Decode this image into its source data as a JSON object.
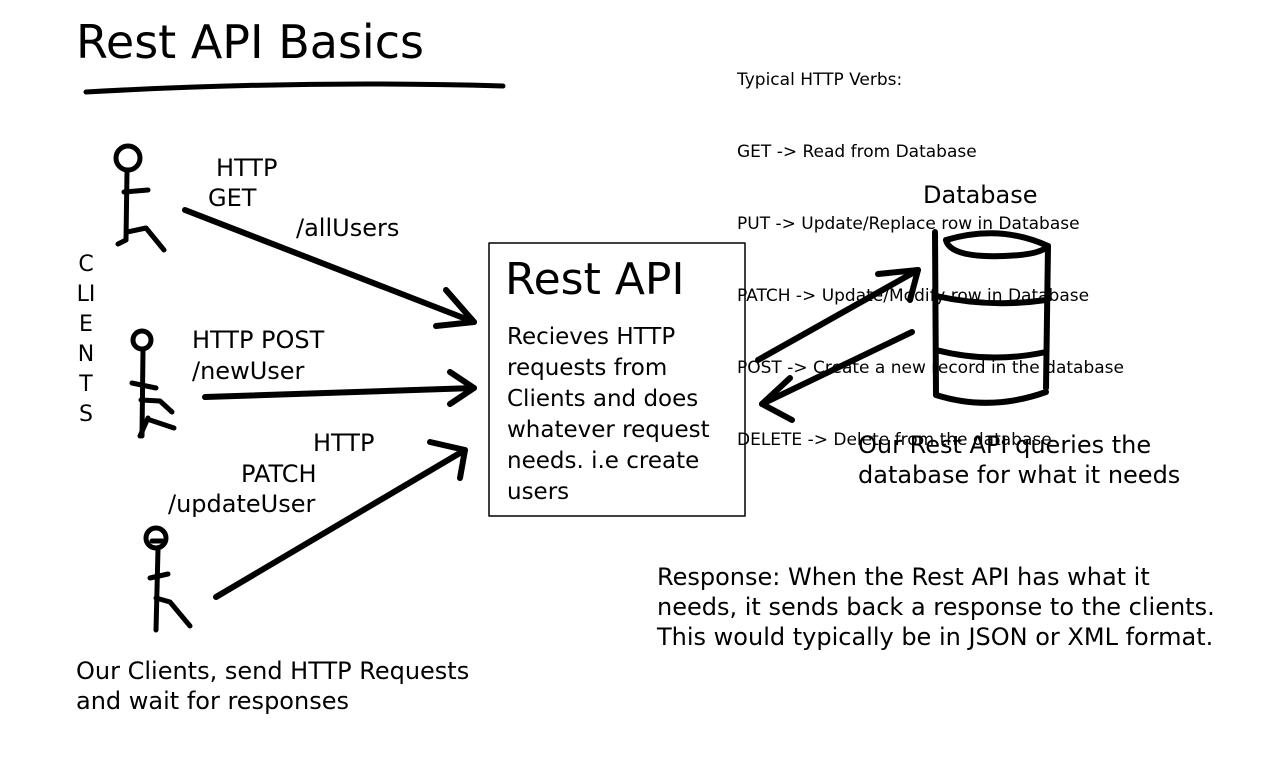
{
  "title": "Rest API Basics",
  "verbs": {
    "heading": "Typical HTTP Verbs:",
    "items": [
      "GET -> Read from Database",
      "PUT -> Update/Replace row in Database",
      "PATCH -> Update/Modify row in Database",
      "POST -> Create a new record in the database",
      "DELETE -> Delete from the database"
    ]
  },
  "clients_label": "CLIENTS",
  "requests": [
    {
      "verb_line1": "HTTP",
      "verb_line2": "GET",
      "path": "/allUsers"
    },
    {
      "verb": "HTTP POST",
      "path": "/newUser"
    },
    {
      "verb_line1": "HTTP",
      "verb_line2": "PATCH",
      "path": "/updateUser"
    }
  ],
  "api": {
    "title": "Rest API",
    "description": "Recieves HTTP requests from Clients and does whatever request needs. i.e create users"
  },
  "database": {
    "label": "Database",
    "note_line1": "Our Rest API queries the",
    "note_line2": "database for what it needs"
  },
  "clients_note": {
    "line1": "Our Clients, send HTTP Requests",
    "line2": "and wait for responses"
  },
  "response_note": "Response: When the Rest API has what it needs, it sends back a response to the clients. This would typically be in JSON or XML format.",
  "colors": {
    "ink": "#000000",
    "background": "#ffffff"
  }
}
